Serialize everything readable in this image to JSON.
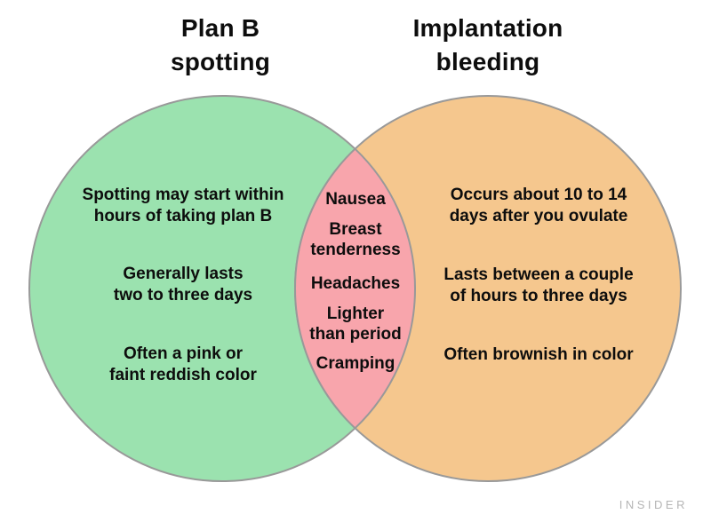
{
  "diagram": {
    "type": "venn",
    "titles": {
      "left": "Plan B\nspotting",
      "right": "Implantation\nbleeding"
    },
    "left_circle": {
      "label": "Plan B spotting",
      "items": [
        "Spotting may start within\nhours of taking plan B",
        "Generally lasts\ntwo to three days",
        "Often a pink or\nfaint reddish color"
      ]
    },
    "overlap": {
      "items": [
        "Nausea",
        "Breast\ntenderness",
        "Headaches",
        "Lighter\nthan period",
        "Cramping"
      ]
    },
    "right_circle": {
      "label": "Implantation bleeding",
      "items": [
        "Occurs about 10 to 14\ndays after you ovulate",
        "Lasts between a couple\nof hours to three days",
        "Often brownish in color"
      ]
    }
  },
  "colors": {
    "left_fill": "#9be2af",
    "right_fill": "#f5c78e",
    "overlap_fill": "#f8a5ac",
    "stroke": "#999999",
    "text": "#0d0d0d",
    "watermark": "#b5b5b5"
  },
  "watermark": "INSIDER"
}
